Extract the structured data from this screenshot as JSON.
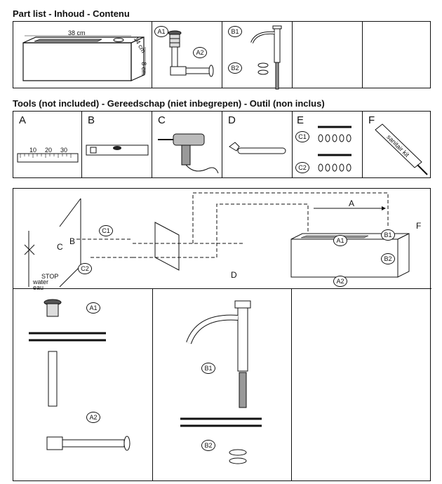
{
  "headings": {
    "parts": "Part list - Inhoud - Contenu",
    "tools": "Tools (not included) - Gereedschap (niet inbegrepen) -  Outil (non inclus)"
  },
  "parts": {
    "basin": {
      "width": "38 cm",
      "depth": "14 cm",
      "height": "8 cm"
    },
    "drain": {
      "a1": "A1",
      "a2": "A2"
    },
    "tap": {
      "b1": "B1",
      "b2": "B2"
    }
  },
  "tools": {
    "a": {
      "letter": "A",
      "ruler_ticks": [
        "10",
        "20",
        "30"
      ]
    },
    "b": {
      "letter": "B"
    },
    "c": {
      "letter": "C"
    },
    "d": {
      "letter": "D"
    },
    "e": {
      "letter": "E",
      "c1": "C1",
      "c2": "C2"
    },
    "f": {
      "letter": "F",
      "tube_text": "sanitair kit"
    }
  },
  "install": {
    "labels": {
      "c": "C",
      "b": "B",
      "c1": "C1",
      "c2": "C2",
      "d": "D",
      "a": "A",
      "f": "F",
      "a1": "A1",
      "b1": "B1",
      "b2": "B2",
      "a2": "A2"
    },
    "stop_label": "STOP",
    "water_label": "water",
    "eau_label": "eau"
  },
  "detail_drain": {
    "a1": "A1",
    "a2": "A2"
  },
  "detail_tap": {
    "b1": "B1",
    "b2": "B2"
  }
}
